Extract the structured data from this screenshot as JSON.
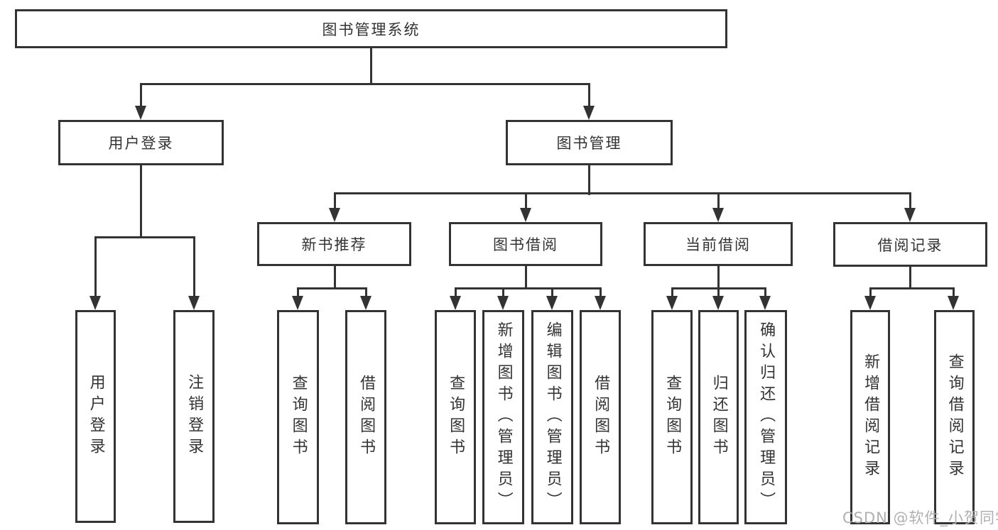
{
  "diagram": {
    "root": {
      "label": "图书管理系统"
    },
    "level2": [
      {
        "label": "用户登录"
      },
      {
        "label": "图书管理"
      }
    ],
    "level3": [
      {
        "label": "新书推荐"
      },
      {
        "label": "图书借阅"
      },
      {
        "label": "当前借阅"
      },
      {
        "label": "借阅记录"
      }
    ],
    "leaves": {
      "user_login": {
        "label": "用户登录"
      },
      "logout": {
        "label": "注销登录"
      },
      "recommend_query_books": {
        "label": "查询图书"
      },
      "recommend_borrow_books": {
        "label": "借阅图书"
      },
      "borrowing_query_books": {
        "label": "查询图书"
      },
      "borrowing_add_books": {
        "label": "新增图书（管理员）"
      },
      "borrowing_edit_books": {
        "label": "编辑图书（管理员）"
      },
      "borrowing_borrow_books": {
        "label": "借阅图书"
      },
      "current_query_books": {
        "label": "查询图书"
      },
      "current_return_books": {
        "label": "归还图书"
      },
      "current_confirm_return": {
        "label": "确认归还（管理员）"
      },
      "records_add_record": {
        "label": "新增借阅记录"
      },
      "records_query_record": {
        "label": "查询借阅记录"
      }
    }
  },
  "watermark": {
    "text": "CSDN @软件_小贺同学"
  },
  "colors": {
    "line": "#333333",
    "text": "#333333",
    "watermark": "#b0b0b0",
    "background": "#ffffff"
  }
}
